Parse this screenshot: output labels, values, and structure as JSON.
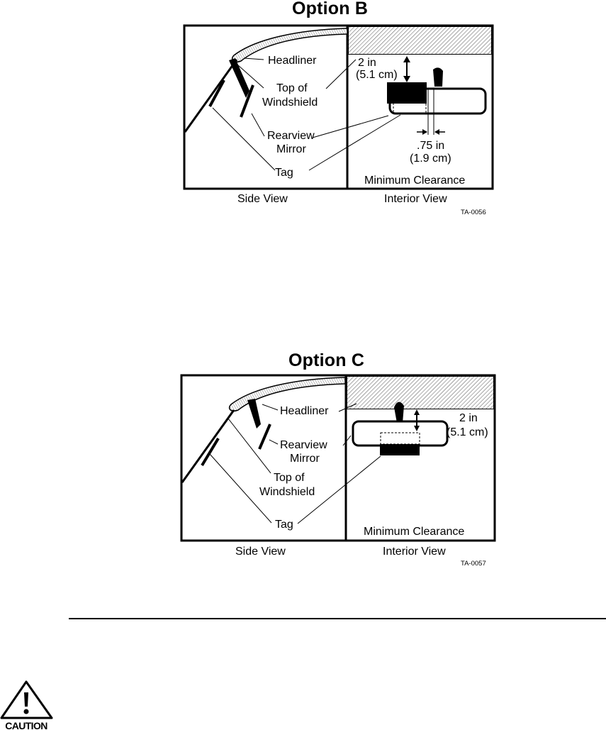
{
  "option_b": {
    "title": "Option B",
    "labels": {
      "headliner": "Headliner",
      "top_of_windshield": [
        "Top of",
        "Windshield"
      ],
      "rearview_mirror": [
        "Rearview",
        "Mirror"
      ],
      "tag": "Tag",
      "dim_vertical": [
        "2 in",
        "(5.1 cm)"
      ],
      "dim_horizontal": [
        ".75 in",
        "(1.9 cm)"
      ],
      "minimum_clearance": "Minimum Clearance"
    },
    "captions": {
      "side_view": "Side View",
      "interior_view": "Interior View"
    },
    "figure_code": "TA-0056"
  },
  "option_c": {
    "title": "Option C",
    "labels": {
      "headliner": "Headliner",
      "rearview_mirror": [
        "Rearview",
        "Mirror"
      ],
      "top_of_windshield": [
        "Top of",
        "Windshield"
      ],
      "tag": "Tag",
      "dim_vertical": [
        "2 in",
        "(5.1 cm)"
      ],
      "minimum_clearance": "Minimum Clearance"
    },
    "captions": {
      "side_view": "Side View",
      "interior_view": "Interior View"
    },
    "figure_code": "TA-0057"
  },
  "caution_icon": {
    "text": "CAUTION",
    "icon": "caution-warning-icon"
  }
}
